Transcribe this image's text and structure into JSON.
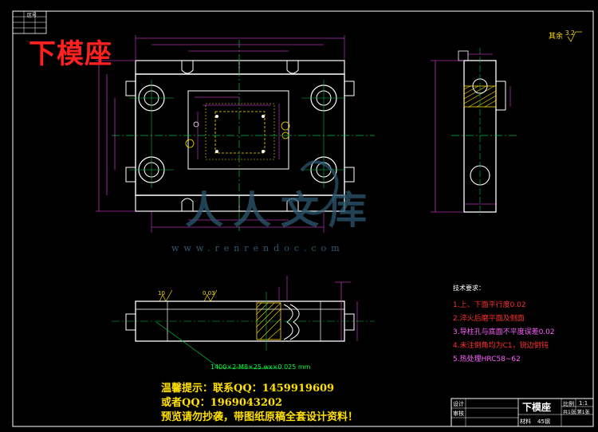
{
  "drawing": {
    "title": "下模座",
    "corner_tag": "区号",
    "roughness": "其余",
    "roughness_value": "3.2"
  },
  "notes": {
    "heading": "技术要求：",
    "items": [
      {
        "text": "1.上、下面平行度0.02",
        "color": "#ff3030"
      },
      {
        "text": "2.淬火后磨平面及侧面",
        "color": "#ff3030"
      },
      {
        "text": "3.导柱孔与底面不平度误差0.02",
        "color": "#ff60ff"
      },
      {
        "text": "4.未注倒角均为C1，锐边倒钝",
        "color": "#ff3030"
      },
      {
        "text": "5.热处理HRC58~62",
        "color": "#ff60ff"
      }
    ]
  },
  "dims": {
    "top_left": "10",
    "flatness": "0.03",
    "section_note": "1400×2-M8×25.wx×0.025 mm"
  },
  "notice": {
    "line1": "温馨提示：联系QQ：1459919609",
    "line2": "或者QQ：1969043202",
    "line3": "预览请勿抄袭，带图纸原稿全套设计资料！"
  },
  "watermark": {
    "brand": "人人文库",
    "url": "www.renrendoc.com"
  },
  "title_block": {
    "part_name": "下模座",
    "material_label": "材料",
    "material_value": "45钢",
    "scale_label": "比例",
    "scale_value": "1:1",
    "sheet_label": "共1张 第1张",
    "designer_label": "设计",
    "checker_label": "审核"
  },
  "colors": {
    "background": "#000000",
    "outline": "#ffffff",
    "centerline": "#00c040",
    "dimension": "#ff40ff",
    "hatch": "#ffdd00",
    "hidden": "#ffdd00",
    "frame": "#ffffff"
  }
}
